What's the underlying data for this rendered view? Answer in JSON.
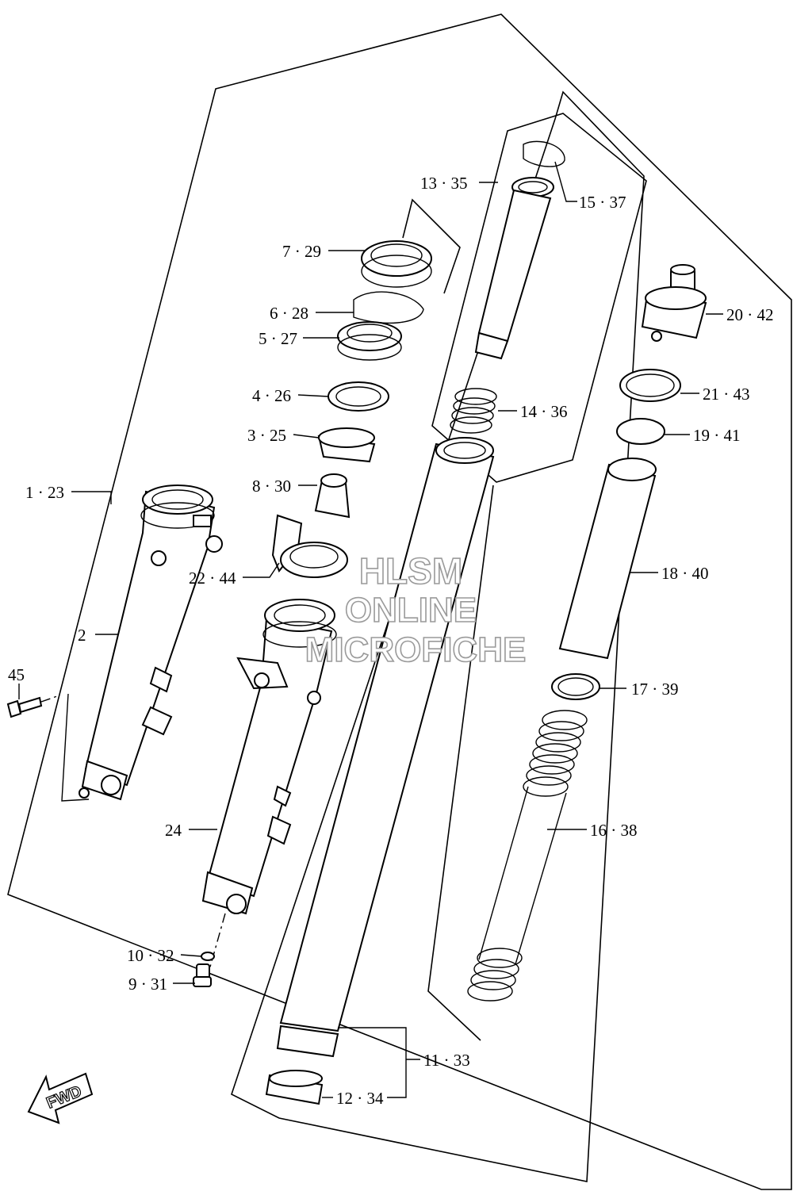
{
  "callouts": {
    "c_1_23": "1 · 23",
    "c_2": "2",
    "c_3_25": "3 · 25",
    "c_4_26": "4 · 26",
    "c_5_27": "5 · 27",
    "c_6_28": "6 · 28",
    "c_7_29": "7 · 29",
    "c_8_30": "8 · 30",
    "c_9_31": "9 · 31",
    "c_10_32": "10 · 32",
    "c_11_33": "11 · 33",
    "c_12_34": "12 · 34",
    "c_13_35": "13 · 35",
    "c_14_36": "14 · 36",
    "c_15_37": "15 · 37",
    "c_16_38": "16 · 38",
    "c_17_39": "17 · 39",
    "c_18_40": "18 · 40",
    "c_19_41": "19 · 41",
    "c_20_42": "20 · 42",
    "c_21_43": "21 · 43",
    "c_22_44": "22 · 44",
    "c_24": "24",
    "c_45": "45"
  },
  "watermark": {
    "line1": "HLSM",
    "line2": "ONLINE",
    "line3": "MICROFICHE"
  },
  "fwd_arrow": {
    "label": "FWD"
  },
  "colors": {
    "ink": "#000000",
    "paper": "#ffffff",
    "watermark_outline": "#9a9a9a"
  }
}
